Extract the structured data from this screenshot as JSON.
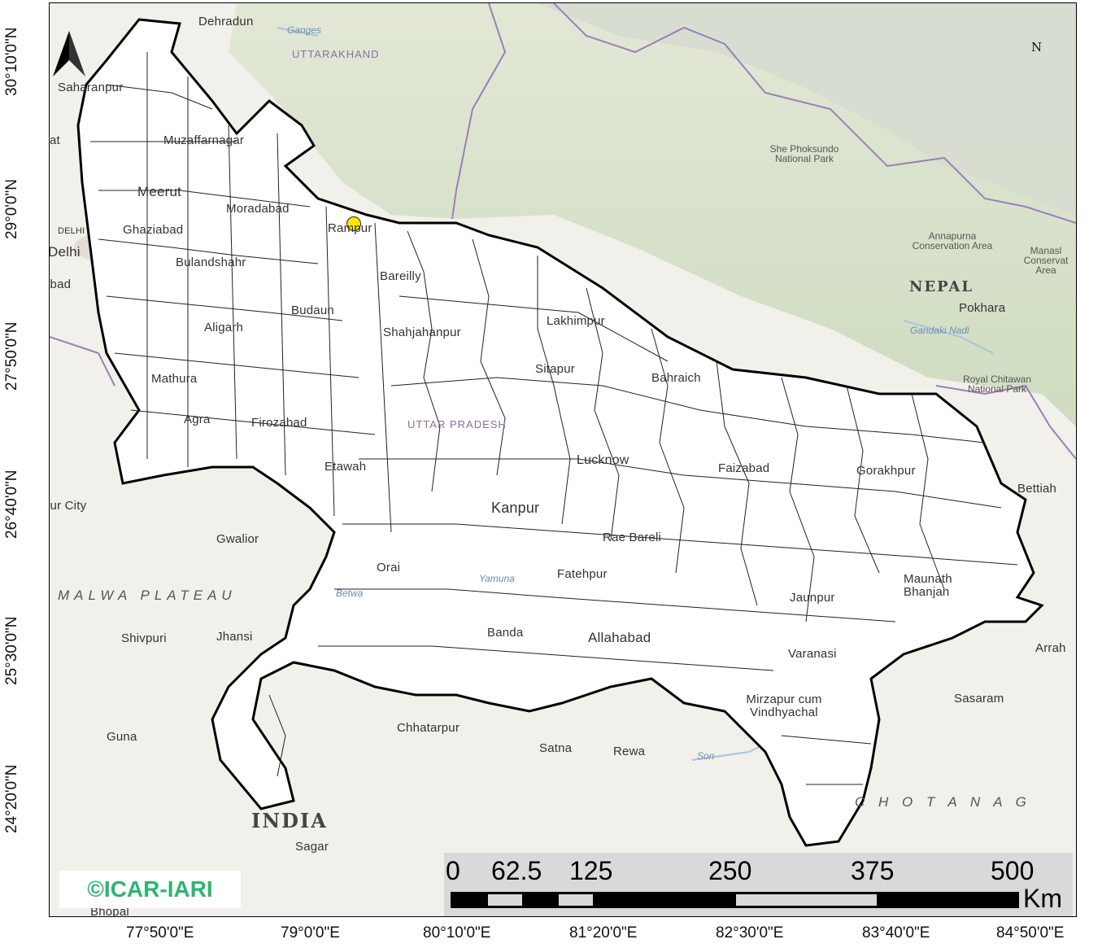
{
  "map": {
    "latitude_labels": [
      "30°10'0\"N",
      "29°0'0\"N",
      "27°50'0\"N",
      "26°40'0\"N",
      "25°30'0\"N",
      "24°20'0\"N"
    ],
    "longitude_labels": [
      "77°50'0\"E",
      "79°0'0\"E",
      "80°10'0\"E",
      "81°20'0\"E",
      "82°30'0\"E",
      "83°40'0\"E",
      "84°50'0\"E"
    ],
    "north_arrow": "N",
    "credit": "©ICAR-IARI",
    "scale_bar": {
      "labels": [
        "0",
        "62.5",
        "125",
        "250",
        "375",
        "500"
      ],
      "unit": "Km"
    },
    "countries": [
      "INDIA",
      "NEPAL"
    ],
    "regions": [
      "MALWA PLATEAU",
      "C H O T A   N A G"
    ],
    "states": [
      "UTTARAKHAND",
      "UTTAR PRADESH"
    ],
    "parks": [
      "She Phoksundo National Park",
      "Annapurna Conservation Area",
      "Manasl Conservat Area",
      "Royal Chitawan National Park"
    ],
    "rivers": [
      "Ganges",
      "Gandaki Nadi",
      "Yamuna",
      "Son",
      "Betwa"
    ],
    "cities": [
      "Dehradun",
      "Saharanpur",
      "Muzaffarnagar",
      "Meerut",
      "Moradabad",
      "Rampur",
      "Ghaziabad",
      "Delhi",
      "DELHI",
      "Bulandshahr",
      "Bareilly",
      "Budaun",
      "Aligarh",
      "Shahjahanpur",
      "Lakhimpur",
      "Mathura",
      "Sitapur",
      "Bahraich",
      "Agra",
      "Firozabad",
      "Lucknow",
      "Faizabad",
      "Gorakhpur",
      "Bettiah",
      "Etawah",
      "Kanpur",
      "Rae Bareli",
      "Gwalior",
      "Orai",
      "Fatehpur",
      "Maunath Bhanjan",
      "Jaunpur",
      "Shivpuri",
      "Jhansi",
      "Banda",
      "Allahabad",
      "Varanasi",
      "Arrah",
      "Mirzapur cum Vindhyachal",
      "Sasaram",
      "Chhatarpur",
      "Guna",
      "Satna",
      "Rewa",
      "Sagar",
      "Bhopal",
      "Pokhara",
      "abad",
      "pur City",
      "at"
    ],
    "sample_site": {
      "lat_note": "",
      "color": "#ffe600"
    },
    "colors": {
      "state_border": "#000000",
      "intl_border": "#9b7fb8",
      "hills": "#c8d8b8",
      "plain": "#f1f0ea",
      "credit_text": "#2bb673"
    }
  }
}
